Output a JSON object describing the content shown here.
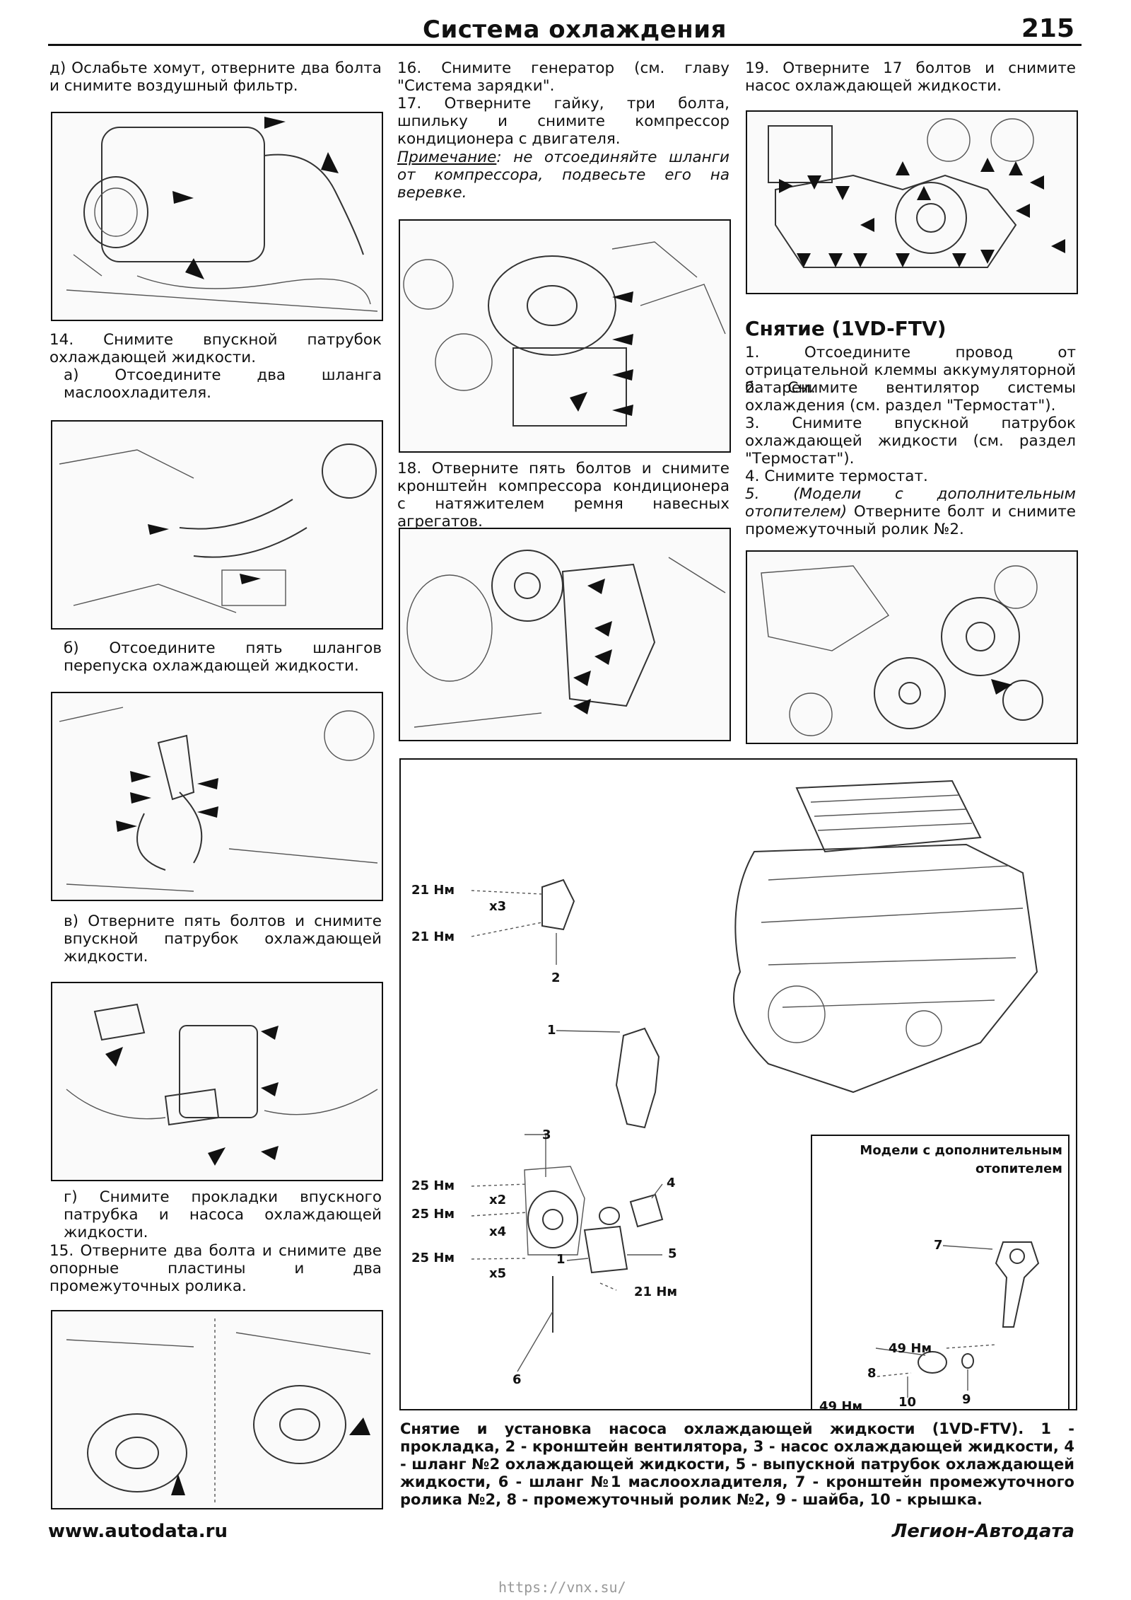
{
  "header": {
    "title": "Система охлаждения",
    "page_number": "215"
  },
  "col1": {
    "p1": "д) Ослабьте хомут, отверните два болта и снимите воздушный фильтр.",
    "p2": "14. Снимите впускной патрубок охлаждающей жидкости.",
    "p3": "а) Отсоедините два шланга маслоохладителя.",
    "p4": "б) Отсоедините пять шлангов перепуска охлаждающей жидкости.",
    "p5": "в) Отверните пять болтов и снимите впускной патрубок охлаждающей жидкости.",
    "p6": "г) Снимите прокладки впускного патрубка и насоса охлаждающей жидкости.",
    "p7": "15. Отверните два болта и снимите две опорные пластины и два промежуточных ролика."
  },
  "col2": {
    "p1": "16. Снимите генератор (см. главу \"Система зарядки\".",
    "p2": "17. Отверните гайку, три болта, шпильку и снимите компрессор кондиционера с двигателя.",
    "note_label": "Примечание",
    "note_text": ": не отсоединяйте шланги от компрессора, подвесьте его на веревке.",
    "p3": "18. Отверните пять болтов и снимите кронштейн компрессора кондиционера с натяжителем ремня навесных агрегатов."
  },
  "col3": {
    "p1": "19. Отверните 17 болтов и снимите насос охлаждающей жидкости.",
    "section_title": "Снятие (1VD-FTV)",
    "s1": "1. Отсоедините провод от отрицательной клеммы аккумуляторной батареи.",
    "s2": "2. Снимите вентилятор системы охлаждения (см. раздел \"Термостат\").",
    "s3": "3. Снимите впускной патрубок охлаждающей жидкости (см. раздел \"Термостат\").",
    "s4": "4. Снимите термостат.",
    "s5_italic": "5. (Модели с дополнительным отопителем)",
    "s5_rest": " Отверните болт и снимите промежуточный ролик №2."
  },
  "diagram": {
    "labels": {
      "t21a": "21 Нм",
      "x3": "x3",
      "t21b": "21 Нм",
      "n2": "2",
      "n1a": "1",
      "n3": "3",
      "t25a": "25 Нм",
      "x2": "x2",
      "t25b": "25 Нм",
      "x4": "x4",
      "t25c": "25 Нм",
      "x5": "x5",
      "n6": "6",
      "n4": "4",
      "n5": "5",
      "n1b": "1",
      "t21c": "21 Нм"
    },
    "inset": {
      "title_line1": "Модели с дополнительным",
      "title_line2": "отопителем",
      "n7": "7",
      "t49a": "49 Нм",
      "n8": "8",
      "t49b": "49 Нм",
      "n10": "10",
      "n9": "9"
    }
  },
  "caption": "Снятие и установка насоса охлаждающей жидкости (1VD-FTV). 1 - прокладка, 2 - кронштейн вентилятора, 3 - насос охлаждающей жидкости, 4 - шланг №2 охлаждающей жидкости, 5 - выпускной патрубок охлаждающей жидкости, 6 - шланг №1 маслоохладителя, 7 - кронштейн промежуточного ролика №2, 8 - промежуточный ролик №2, 9 - шайба, 10 - крышка.",
  "footer": {
    "left": "www.autodata.ru",
    "right": "Легион-Автодата",
    "url": "https://vnx.su/"
  }
}
